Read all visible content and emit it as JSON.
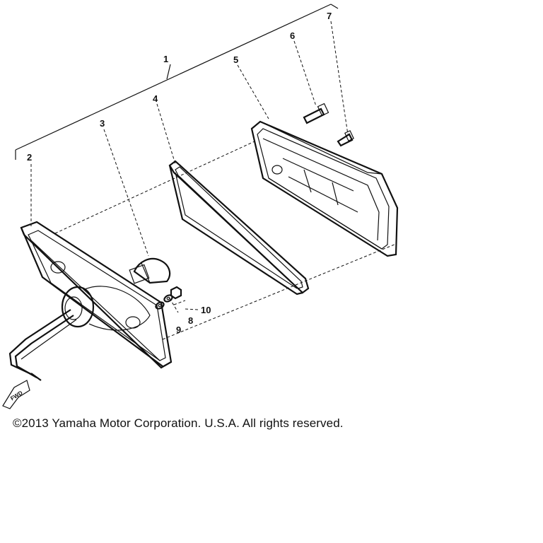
{
  "callouts": [
    "1",
    "2",
    "3",
    "4",
    "5",
    "6",
    "7",
    "8",
    "9",
    "10"
  ],
  "fwd_label": "FWD",
  "copyright": "©2013 Yamaha Motor Corporation. U.S.A. All rights reserved."
}
